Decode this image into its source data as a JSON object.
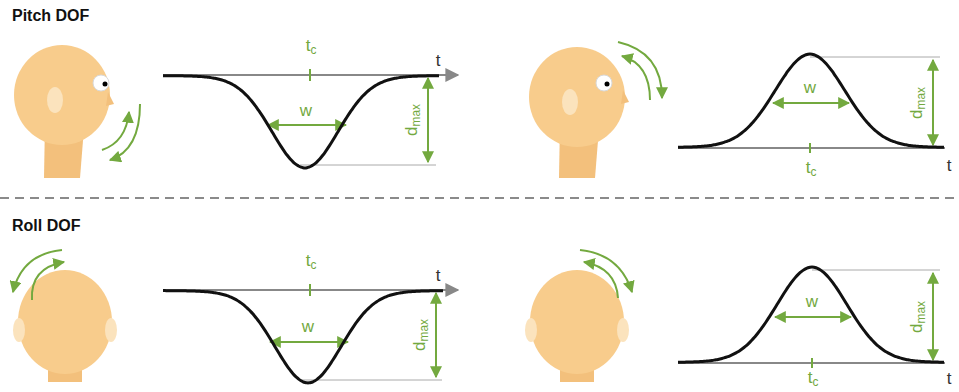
{
  "diagram": {
    "labels": [
      "Pitch DOF",
      "tc",
      "t",
      "w",
      "dmax",
      "w",
      "dmax",
      "tc",
      "t",
      "Roll DOF",
      "tc",
      "t",
      "w",
      "dmax",
      "w",
      "dmax",
      "tc",
      "t"
    ]
  }
}
